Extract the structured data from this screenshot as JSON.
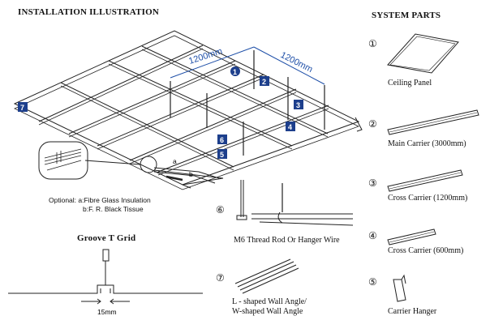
{
  "headings": {
    "installation": "INSTALLATION ILLUSTRATION",
    "system_parts": "SYSTEM PARTS",
    "groove": "Groove T Grid"
  },
  "dimensions": {
    "span_a": "1200mm",
    "span_b": "1200mm",
    "groove_width": "15mm"
  },
  "optional": {
    "line1": "Optional:  a:Fibre Glass Insulation",
    "line2": "b:F. R. Black Tissue",
    "letter_a": "a",
    "letter_b": "b"
  },
  "badges": [
    "1",
    "2",
    "3",
    "4",
    "5",
    "6",
    "7"
  ],
  "parts": [
    {
      "num": "①",
      "label": "Ceiling Panel"
    },
    {
      "num": "②",
      "label": "Main Carrier (3000mm)"
    },
    {
      "num": "③",
      "label": "Cross Carrier (1200mm)"
    },
    {
      "num": "④",
      "label": "Cross Carrier (600mm)"
    },
    {
      "num": "⑤",
      "label": "Carrier Hanger"
    }
  ],
  "middle_parts": [
    {
      "num": "⑥",
      "label": "M6 Thread Rod Or Hanger Wire"
    },
    {
      "num": "⑦",
      "label_line1": "L - shaped Wall Angle/",
      "label_line2": "W-shaped Wall Angle"
    }
  ],
  "colors": {
    "badge": "#1d3f8c",
    "dimension": "#1e4fa8",
    "line": "#222222"
  }
}
